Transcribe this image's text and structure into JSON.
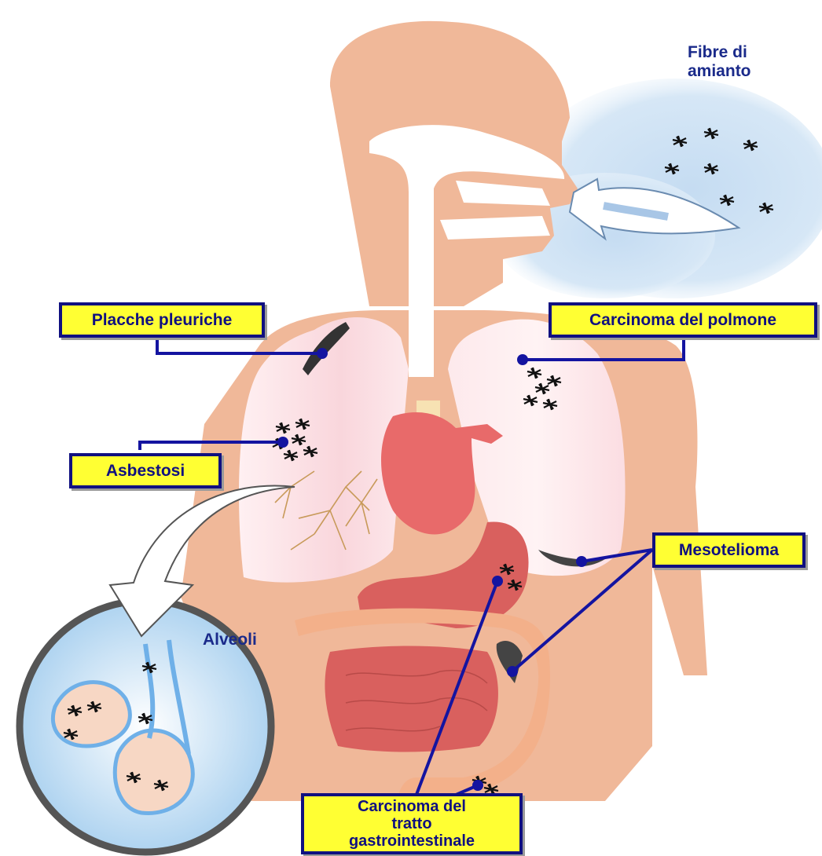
{
  "labels": {
    "fibre": "Fibre di\namianto",
    "placche": "Placche pleuriche",
    "carcinoma_polmone": "Carcinoma  del polmone",
    "asbestosi": "Asbestosi",
    "mesotelioma": "Mesotelioma",
    "alveoli": "Alveoli",
    "carcinoma_gi": "Carcinoma  del\ntratto\ngastrointestinale"
  },
  "colors": {
    "skin": "#f0b899",
    "lung": "#fbe3e6",
    "heart": "#e86a6a",
    "stomach": "#d9605e",
    "intestine": "#f3b08a",
    "airway": "#ffffff",
    "label_fill": "#ffff33",
    "label_border": "#101080",
    "pointer_line": "#1414a0",
    "fiber_cloud": "#b8d2ec",
    "alveoli_circle": "#b9dbf3"
  },
  "icons": [
    "fiber-cluster-icon",
    "breath-arrow-icon",
    "zoom-arrow-icon"
  ]
}
